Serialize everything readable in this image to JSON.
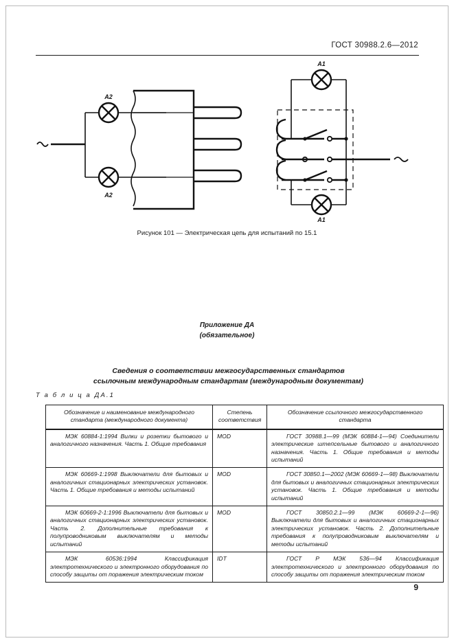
{
  "header": {
    "standard_id": "ГОСТ 30988.2.6—2012"
  },
  "figure": {
    "caption": "Рисунок 101 — Электрическая цепь для испытаний по 15.1",
    "left_circuit": {
      "source_label": "~",
      "lamp_top_label": "A2",
      "lamp_bottom_label": "A2"
    },
    "right_circuit": {
      "source_label": "~",
      "lamp_top_label": "A1",
      "lamp_bottom_label": "A1"
    }
  },
  "appendix": {
    "line1": "Приложение ДА",
    "line2": "(обязательное)",
    "title_line1": "Сведения о соответствии межгосударственных стандартов",
    "title_line2": "ссылочным международным стандартам (международным документам)"
  },
  "table": {
    "label": "Т а б л и ц а ДА.1",
    "headers": {
      "col_a": "Обозначение и наименование международного стандарта (международного документа)",
      "col_b": "Степень соответствия",
      "col_c": "Обозначение ссылочного межгосударственного стандарта"
    },
    "rows": [
      {
        "international": "МЭК 60884-1:1994 Вилки и розетки бытового и аналогичного назначения. Часть 1. Общие требования",
        "degree": "MOD",
        "interstate": "ГОСТ 30988.1—99 (МЭК 60884-1—94) Соединители электрические штепсельные бытового и аналогичного назначения. Часть 1. Общие требования и методы испытаний"
      },
      {
        "international": "МЭК 60669-1:1998 Выключатели для бытовых и аналогичных стационарных электрических установок. Часть 1. Общие требования и методы испытаний",
        "degree": "MOD",
        "interstate": "ГОСТ 30850.1—2002 (МЭК 60669-1—98) Выключатели для бытовых и аналогичных стационарных электрических установок. Часть 1. Общие требования и методы испытаний"
      },
      {
        "international": "МЭК 60669-2-1:1996 Выключатели для бытовых и аналогичных стационарных электрических установок. Часть 2. Дополнительные требования к полупроводниковым выключателям и методы испытаний",
        "degree": "MOD",
        "interstate": "ГОСТ 30850.2.1—99 (МЭК 60669-2-1—96) Выключатели для бытовых и аналогичных стационарных электрических установок. Часть 2. Дополнительные требования к полупроводниковым выключателям и методы испытаний"
      },
      {
        "international": "МЭК 60536:1994 Классификация электротехнического и электронного оборудования по способу защиты от поражения электрическим током",
        "degree": "IDT",
        "interstate": "ГОСТ Р МЭК 536—94 Классификация электротехнического и электронного оборудования по способу защиты от поражения электрическим током"
      }
    ]
  },
  "footer": {
    "page_number": "9"
  }
}
